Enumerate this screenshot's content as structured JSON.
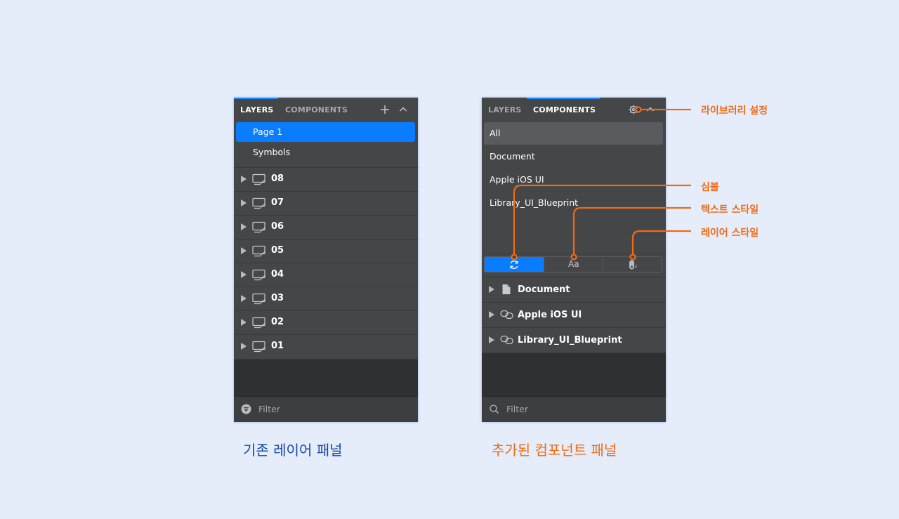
{
  "layers_panel": {
    "tabs": [
      "LAYERS",
      "COMPONENTS"
    ],
    "pages": [
      "Page 1",
      "Symbols"
    ],
    "artboards": [
      "08",
      "07",
      "06",
      "05",
      "04",
      "03",
      "02",
      "01"
    ],
    "filter_placeholder": "Filter",
    "buttons": {
      "add": "plus-icon",
      "collapse": "chevron-up-icon"
    }
  },
  "components_panel": {
    "tabs": [
      "LAYERS",
      "COMPONENTS"
    ],
    "libraries": [
      "All",
      "Document",
      "Apple iOS UI",
      "Library_UI_Blueprint"
    ],
    "segments": {
      "text": "Aa",
      "symbols": "symbols-icon",
      "layer_styles": "layer-style-icon"
    },
    "groups": [
      "Document",
      "Apple iOS UI",
      "Library_UI_Blueprint"
    ],
    "filter_placeholder": "Filter"
  },
  "annotations": {
    "library_settings": "라이브러리 설정",
    "symbols": "심볼",
    "text_styles": "텍스트 스타일",
    "layer_styles": "레이어 스타일"
  },
  "captions": {
    "left": "기존 레이어 패널",
    "right": "추가된 컴포넌트 패널"
  },
  "colors": {
    "accent_blue": "#0a7cff",
    "annotation_orange": "#f06a14",
    "caption_blue": "#1548a8",
    "background": "#e6edfa",
    "panel": "#454648"
  }
}
